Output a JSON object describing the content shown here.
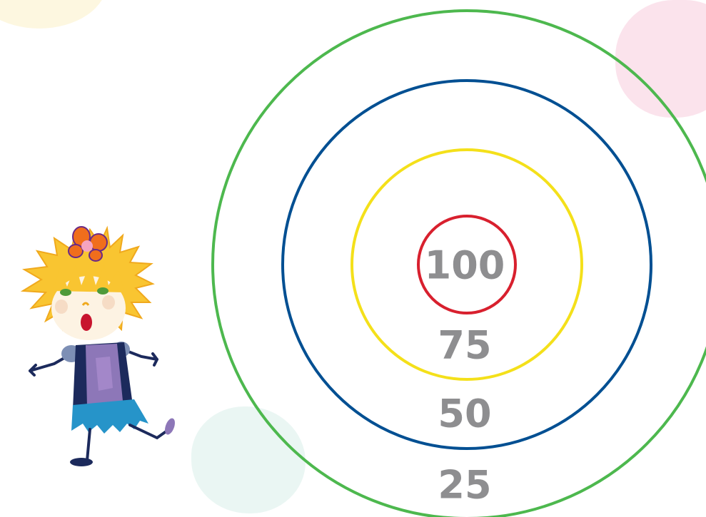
{
  "target": {
    "rings": [
      {
        "score": "100",
        "color": "#d8202e"
      },
      {
        "score": "75",
        "color": "#f4e01a"
      },
      {
        "score": "50",
        "color": "#004f92"
      },
      {
        "score": "25",
        "color": "#4db84e"
      }
    ]
  },
  "character": {
    "icon": "cartoon-girl-icon"
  },
  "background": {
    "blob_colors": [
      "#fdf6da",
      "#fbe3ec",
      "#eaf6f3"
    ]
  }
}
